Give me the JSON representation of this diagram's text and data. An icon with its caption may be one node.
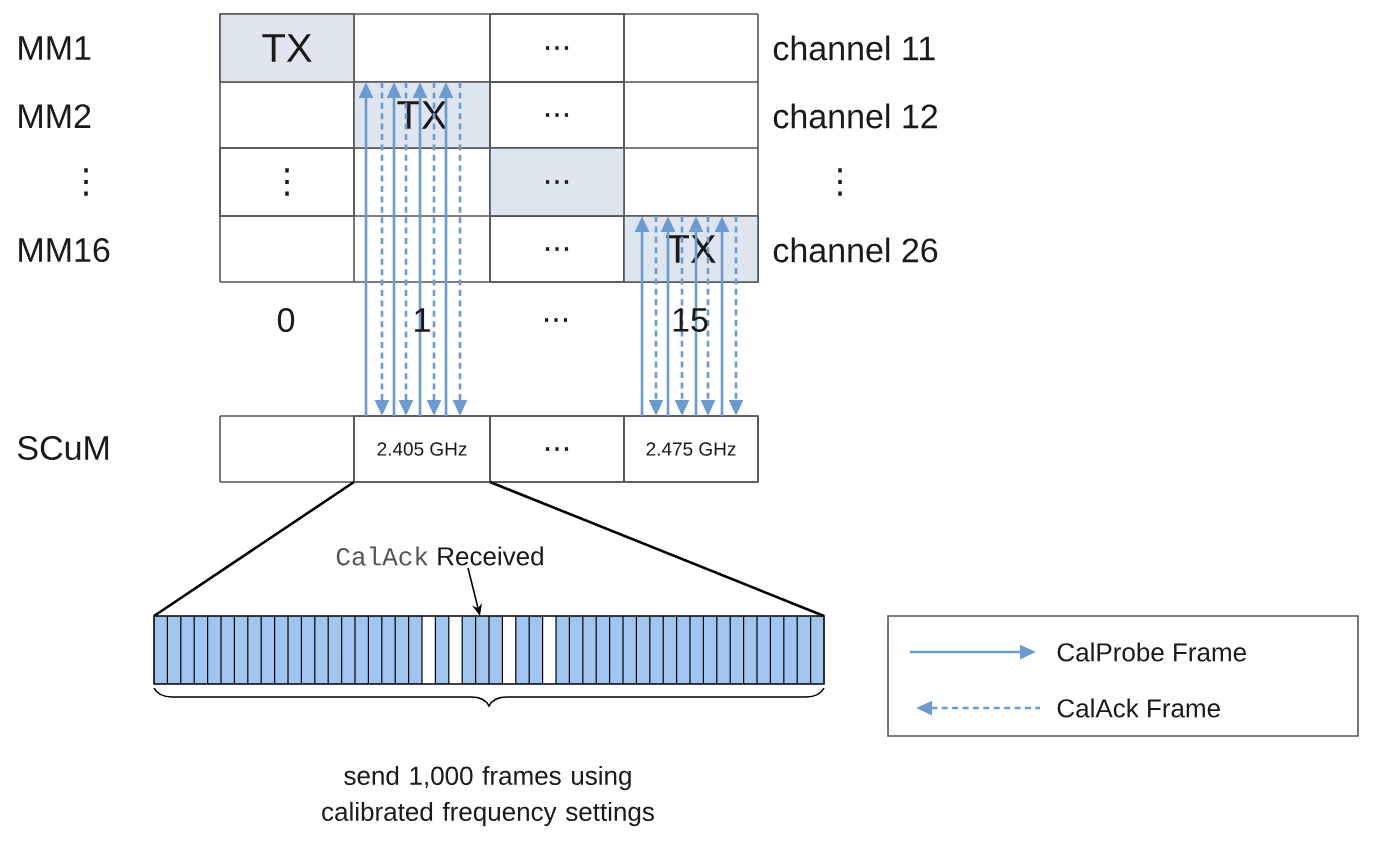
{
  "diagram": {
    "nodes": [
      {
        "text": [
          "TX"
        ]
      },
      {
        "text": [
          "..."
        ]
      },
      {
        "text": [
          "TX"
        ]
      },
      {
        "text": [
          "..."
        ]
      },
      {
        "text": [
          "⋮"
        ]
      },
      {
        "text": [
          "..."
        ]
      },
      {
        "text": [
          "..."
        ]
      },
      {
        "text": [
          "TX"
        ]
      },
      {
        "text": [
          "2.405 GHz"
        ]
      },
      {
        "text": [
          "..."
        ]
      },
      {
        "text": [
          "2.475 GHz"
        ]
      },
      {
        "text": [
          "CalAck",
          "Received"
        ]
      },
      {
        "text": [],
        "shape": "bar"
      }
    ],
    "edges": [
      {
        "from": 8,
        "to": 2,
        "arrow": "to"
      },
      {
        "from": 2,
        "to": 8,
        "arrow": "to",
        "style": "dashed"
      },
      {
        "from": 8,
        "to": 2,
        "arrow": "to"
      },
      {
        "from": 2,
        "to": 8,
        "arrow": "to",
        "style": "dashed"
      },
      {
        "from": 8,
        "to": 2,
        "arrow": "to"
      },
      {
        "from": 2,
        "to": 8,
        "arrow": "to",
        "style": "dashed"
      },
      {
        "from": 8,
        "to": 2,
        "arrow": "to"
      },
      {
        "from": 2,
        "to": 8,
        "arrow": "to",
        "style": "dashed"
      },
      {
        "from": 10,
        "to": 7,
        "arrow": "to"
      },
      {
        "from": 7,
        "to": 10,
        "arrow": "to",
        "style": "dashed"
      },
      {
        "from": 10,
        "to": 7,
        "arrow": "to"
      },
      {
        "from": 7,
        "to": 10,
        "arrow": "to",
        "style": "dashed"
      },
      {
        "from": 10,
        "to": 7,
        "arrow": "to"
      },
      {
        "from": 7,
        "to": 10,
        "arrow": "to",
        "style": "dashed"
      },
      {
        "from": 10,
        "to": 7,
        "arrow": "to"
      },
      {
        "from": 7,
        "to": 10,
        "arrow": "to",
        "style": "dashed"
      },
      {
        "from": 8,
        "to": 12,
        "arrow": "none",
        "color": "#000000"
      },
      {
        "from": 8,
        "to": 12,
        "arrow": "none",
        "color": "#000000"
      },
      {
        "from": 11,
        "to": 12,
        "arrow": "to",
        "color": "#000000"
      }
    ],
    "labels": [
      "MM1",
      "channel 11",
      "MM2",
      "channel 12",
      "⋮",
      "⋮",
      "MM16",
      "channel 26",
      "0",
      "1",
      "...",
      "15",
      "SCuM",
      "send 1,000 frames using calibrated frequency settings"
    ],
    "legend": [
      {
        "text": "CalProbe Frame"
      },
      {
        "text": "CalAck Frame"
      }
    ]
  }
}
